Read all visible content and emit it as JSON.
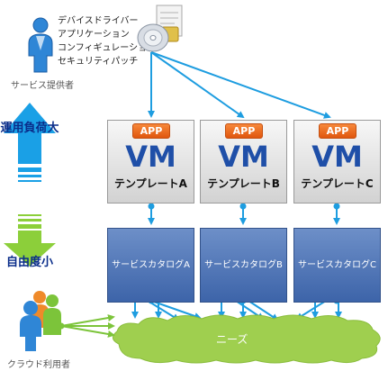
{
  "provider": {
    "label": "サービス提供者",
    "items": [
      "デバイスドライバー",
      "アプリケーション",
      "コンフィギュレーション",
      "セキュリティパッチ"
    ]
  },
  "left_arrows": {
    "up_label": "運用負荷大",
    "down_label": "自由度小"
  },
  "templates": [
    {
      "app": "APP",
      "vm": "VM",
      "name": "テンプレートA"
    },
    {
      "app": "APP",
      "vm": "VM",
      "name": "テンプレートB"
    },
    {
      "app": "APP",
      "vm": "VM",
      "name": "テンプレートC"
    }
  ],
  "catalogs": [
    {
      "name": "サービスカタログA"
    },
    {
      "name": "サービスカタログB"
    },
    {
      "name": "サービスカタログC"
    }
  ],
  "needs": {
    "label": "ニーズ"
  },
  "users": {
    "label": "クラウド利用者"
  },
  "colors": {
    "arrow_blue": "#1e9de0",
    "up_arrow": "#1aa0e6",
    "down_arrow": "#8ccf3a",
    "app_badge": "#ea6a20",
    "vm_text": "#1f4fa8",
    "catalog": "#4a70b4",
    "needs_cloud": "#9fcf4f"
  }
}
